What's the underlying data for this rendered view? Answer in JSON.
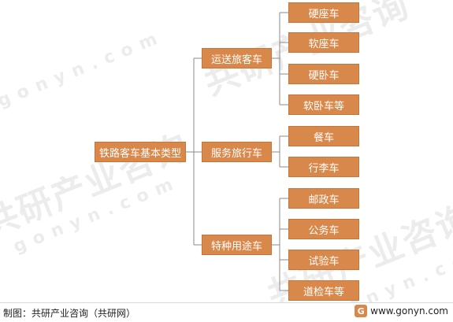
{
  "diagram": {
    "root": "铁路客车基本类型",
    "groups": [
      {
        "label": "运送旅客车",
        "children": [
          "硬座车",
          "软座车",
          "硬卧车",
          "软卧车等"
        ]
      },
      {
        "label": "服务旅行车",
        "children": [
          "餐车",
          "行李车"
        ]
      },
      {
        "label": "特种用途车",
        "children": [
          "邮政车",
          "公务车",
          "试验车",
          "道检车等"
        ]
      }
    ]
  },
  "footer": {
    "source": "制图：共研产业咨询（共研网）",
    "logo_mark": "G",
    "site": "www.gonyn.com"
  },
  "watermark": {
    "brand": "共研产业咨询",
    "domain": "gonyn.com"
  },
  "colors": {
    "node_fill": "#d8884a",
    "node_text": "#ffffff",
    "connector": "#8b8b8b"
  }
}
